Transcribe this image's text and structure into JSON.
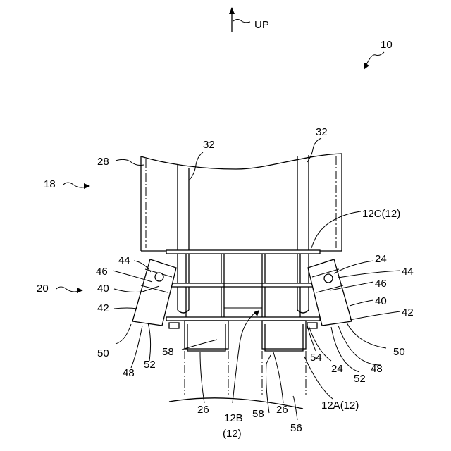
{
  "figure": {
    "direction_label": "UP",
    "reference_numerals": {
      "device": "10",
      "upper_unit": "18",
      "lower_unit": "20",
      "body_28": "28",
      "rail_32_left": "32",
      "rail_32_right": "32",
      "plate_12c": "12C(12)",
      "plate_24_right_upper": "24",
      "clamp_44_left": "44",
      "clamp_44_right": "44",
      "clamp_46_left": "46",
      "clamp_46_right": "46",
      "lever_40_left": "40",
      "lever_40_right": "40",
      "arm_42_left": "42",
      "arm_42_right": "42",
      "foot_50_left": "50",
      "foot_50_right": "50",
      "pad_48_left": "48",
      "pad_48_right": "48",
      "tip_52_left": "52",
      "tip_52_right": "52",
      "bracket_58_left": "58",
      "bracket_58_bottom": "58",
      "part_54": "54",
      "plate_24_right_lower": "24",
      "block_26_left": "26",
      "block_26_right": "26",
      "plate_12b_line1": "12B",
      "plate_12b_line2": "(12)",
      "plate_12a": "12A(12)",
      "base_56": "56"
    }
  }
}
